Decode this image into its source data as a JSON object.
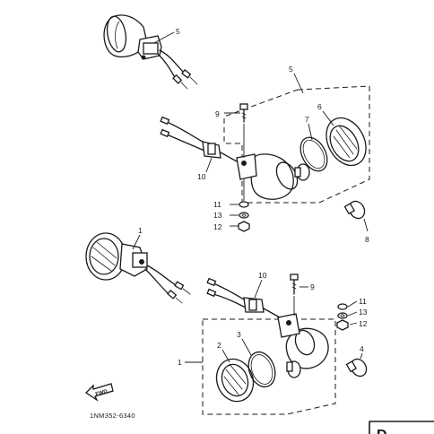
{
  "diagram": {
    "part_code": "1NM352-6340",
    "forward_label": "FWD",
    "page_mark": "D",
    "callouts": [
      {
        "id": "c5a",
        "label": "5"
      },
      {
        "id": "c5b",
        "label": "5"
      },
      {
        "id": "c9a",
        "label": "9"
      },
      {
        "id": "c7",
        "label": "7"
      },
      {
        "id": "c6",
        "label": "6"
      },
      {
        "id": "c10a",
        "label": "10"
      },
      {
        "id": "c11a",
        "label": "11"
      },
      {
        "id": "c13a",
        "label": "13"
      },
      {
        "id": "c12a",
        "label": "12"
      },
      {
        "id": "c8",
        "label": "8"
      },
      {
        "id": "c1a",
        "label": "1"
      },
      {
        "id": "c10b",
        "label": "10"
      },
      {
        "id": "c9b",
        "label": "9"
      },
      {
        "id": "c11b",
        "label": "11"
      },
      {
        "id": "c13b",
        "label": "13"
      },
      {
        "id": "c12b",
        "label": "12"
      },
      {
        "id": "c2",
        "label": "2"
      },
      {
        "id": "c3",
        "label": "3"
      },
      {
        "id": "c4",
        "label": "4"
      },
      {
        "id": "c1b",
        "label": "1"
      }
    ]
  }
}
